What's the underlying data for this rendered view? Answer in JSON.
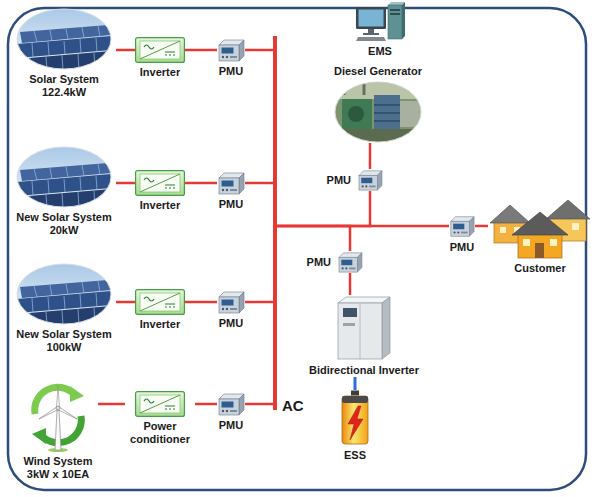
{
  "diagram": {
    "nodes": [
      {
        "text": [
          "Solar System 122.4kW"
        ]
      },
      {
        "text": [
          "Inverter"
        ]
      },
      {
        "text": [
          "PMU"
        ]
      },
      {
        "text": [
          "New Solar System 20kW"
        ]
      },
      {
        "text": [
          "Inverter"
        ]
      },
      {
        "text": [
          "PMU"
        ]
      },
      {
        "text": [
          "New Solar System 100kW"
        ]
      },
      {
        "text": [
          "Inverter"
        ]
      },
      {
        "text": [
          "PMU"
        ]
      },
      {
        "text": [
          "Wind System 3kW x 10EA"
        ]
      },
      {
        "text": [
          "Power conditioner"
        ]
      },
      {
        "text": [
          "PMU"
        ]
      },
      {
        "text": [
          "AC"
        ]
      },
      {
        "text": [
          "EMS"
        ]
      },
      {
        "text": [
          "Diesel Generator"
        ]
      },
      {
        "text": [
          "PMU"
        ]
      },
      {
        "text": [
          "PMU"
        ]
      },
      {
        "text": [
          "Bidirectional Inverter"
        ]
      },
      {
        "text": [
          "ESS"
        ]
      },
      {
        "text": [
          "PMU"
        ]
      },
      {
        "text": [
          "Customer"
        ]
      }
    ],
    "edges": [
      {
        "from": 0,
        "to": 1,
        "arrow": "none"
      },
      {
        "from": 1,
        "to": 2,
        "arrow": "none"
      },
      {
        "from": 2,
        "to": 12,
        "arrow": "none"
      },
      {
        "from": 3,
        "to": 4,
        "arrow": "none"
      },
      {
        "from": 4,
        "to": 5,
        "arrow": "none"
      },
      {
        "from": 5,
        "to": 12,
        "arrow": "none"
      },
      {
        "from": 6,
        "to": 7,
        "arrow": "none"
      },
      {
        "from": 7,
        "to": 8,
        "arrow": "none"
      },
      {
        "from": 8,
        "to": 12,
        "arrow": "none"
      },
      {
        "from": 9,
        "to": 10,
        "arrow": "none"
      },
      {
        "from": 10,
        "to": 11,
        "arrow": "none"
      },
      {
        "from": 11,
        "to": 12,
        "arrow": "none"
      },
      {
        "from": 14,
        "to": 15,
        "arrow": "none"
      },
      {
        "from": 12,
        "to": 15,
        "arrow": "none"
      },
      {
        "from": 12,
        "to": 16,
        "arrow": "none"
      },
      {
        "from": 16,
        "to": 17,
        "arrow": "none"
      },
      {
        "from": 17,
        "to": 18,
        "arrow": "none"
      },
      {
        "from": 12,
        "to": 19,
        "arrow": "none"
      },
      {
        "from": 19,
        "to": 20,
        "arrow": "none"
      }
    ]
  }
}
